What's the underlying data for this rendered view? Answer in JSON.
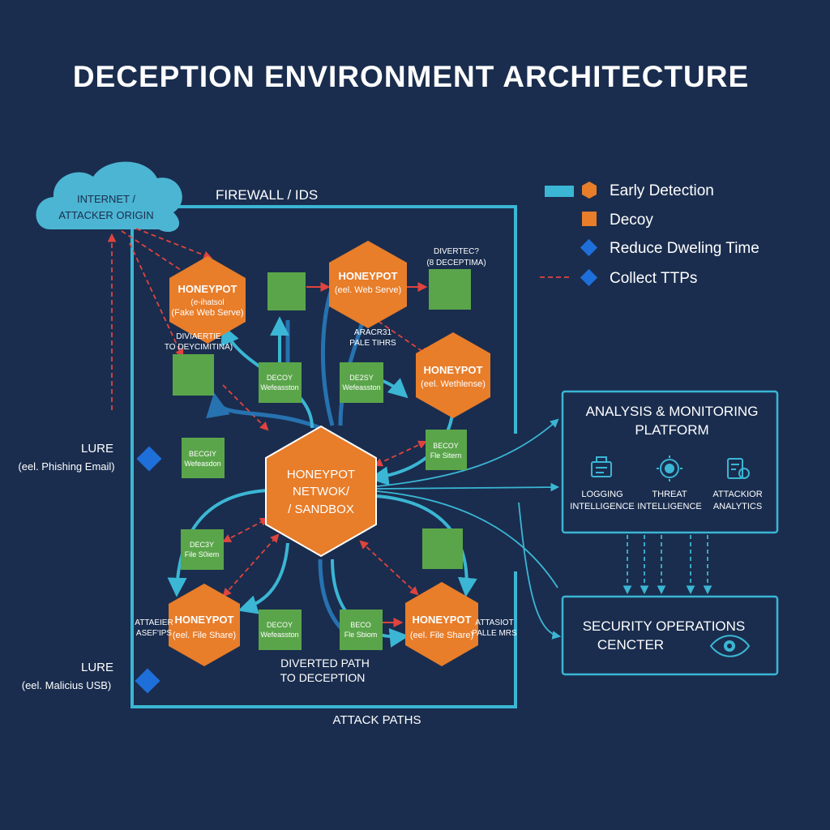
{
  "title": "DECEPTION ENVIRONMENT ARCHITECTURE",
  "internet": {
    "line1": "INTERNET /",
    "line2": "ATTACKER ORIGIN"
  },
  "firewall_label": "FIREWALL / IDS",
  "legend": [
    {
      "label": "Early Detection",
      "color": "#e87d2a"
    },
    {
      "label": "Decoy",
      "color": "#e87d2a"
    },
    {
      "label": "Reduce Dweling Time",
      "color": "#1e6fd9"
    },
    {
      "label": "Collect TTPs",
      "color": "#1e6fd9"
    }
  ],
  "honeypots": {
    "top_left": {
      "title": "HONEYPOT",
      "line1": "(e-ihatsol",
      "line2": "(Fake Web Serve)"
    },
    "top_mid": {
      "title": "HONEYPOT",
      "line1": "(eel. Web Serve)"
    },
    "right": {
      "title": "HONEYPOT",
      "line1": "(eel. Wethlense)"
    },
    "bottom_left": {
      "title": "HONEYPOT",
      "line1": "(eel. File Share)"
    },
    "bottom_right": {
      "title": "HONEYPOT",
      "line1": "(eel. File Share)"
    },
    "center": {
      "line1": "HONEYPOT",
      "line2": "NETWOK/",
      "line3": "/ SANDBOX"
    }
  },
  "decoys": {
    "d1": {
      "line1": "DECOY",
      "line2": "Wefeasston"
    },
    "d2": {
      "line1": "DE2SY",
      "line2": "Wefeasston"
    },
    "d3": {
      "line1": "BECGIY",
      "line2": "Wefeasdon"
    },
    "d4": {
      "line1": "BECOY",
      "line2": "Fle Sitern"
    },
    "d5": {
      "line1": "DEC3Y",
      "line2": "File S0iem"
    },
    "d6": {
      "line1": "DECOY",
      "line2": "Wefeasston"
    },
    "d7": {
      "line1": "BECO",
      "line2": "Fle Sbiom"
    }
  },
  "annotations": {
    "diverted_top_1": "DIVERTEC?",
    "diverted_top_2": "(8 DECEPTIMA)",
    "diverted_left_1": "DIVIAERTIE",
    "diverted_left_2": "TO DEYCIMITINA)",
    "attack_mid_1": "ARACR31",
    "attack_mid_2": "PALE TIHRS",
    "attack_left_1": "ATTAEIER",
    "attack_left_2": "ASEF'IPS",
    "attack_right_1": "ATTASIOT",
    "attack_right_2": "PALLE MRS",
    "diverted_bottom_1": "DIVERTED PATH",
    "diverted_bottom_2": "TO DECEPTION",
    "attack_paths": "ATTACK PATHS"
  },
  "lures": [
    {
      "title": "LURE",
      "subtitle": "(eel. Phishing Email)"
    },
    {
      "title": "LURE",
      "subtitle": "(eel. Malicius USB)"
    }
  ],
  "analysis": {
    "title_1": "ANALYSIS & MONITORING",
    "title_2": "PLATFORM",
    "items": [
      {
        "line1": "LOGGING",
        "line2": "INTELLIGENCE",
        "icon": "logging-icon"
      },
      {
        "line1": "THREAT",
        "line2": "INTELLIGENCE",
        "icon": "threat-icon"
      },
      {
        "line1": "ATTACKIOR",
        "line2": "ANALYTICS",
        "icon": "analytics-icon"
      }
    ]
  },
  "soc": {
    "line1": "SECURITY OPERATIONS",
    "line2": "CENCTER"
  },
  "colors": {
    "background": "#1a2d4e",
    "cyan": "#3bb6d4",
    "orange": "#e87d2a",
    "green": "#5aa54a",
    "blue": "#1e6fd9",
    "red": "#e0443e"
  }
}
